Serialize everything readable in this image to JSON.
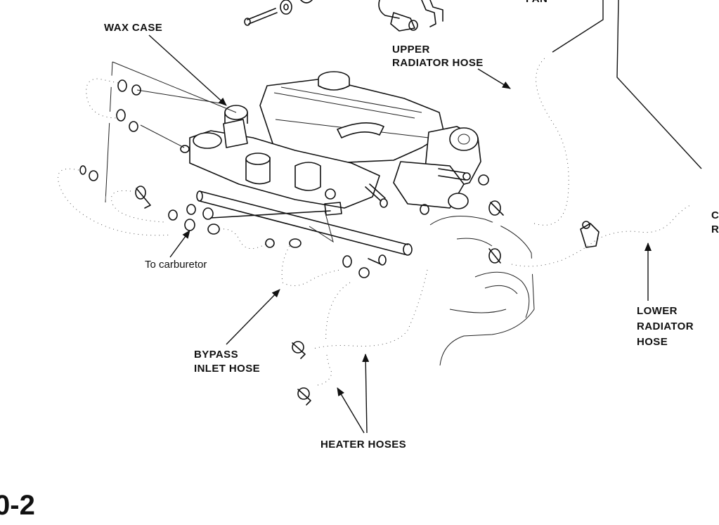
{
  "labels": {
    "wax_case": "WAX CASE",
    "upper_radiator_hose_line1": "UPPER",
    "upper_radiator_hose_line2": "RADIATOR HOSE",
    "to_carburetor": "To carburetor",
    "bypass_inlet_hose_line1": "BYPASS",
    "bypass_inlet_hose_line2": "INLET HOSE",
    "heater_hoses": "HEATER HOSES",
    "lower_radiator_hose_line1": "LOWER",
    "lower_radiator_hose_line2": "RADIATOR",
    "lower_radiator_hose_line3": "HOSE",
    "cut_label_line1": "C",
    "cut_label_line2": "R",
    "page_number": "0-2"
  }
}
